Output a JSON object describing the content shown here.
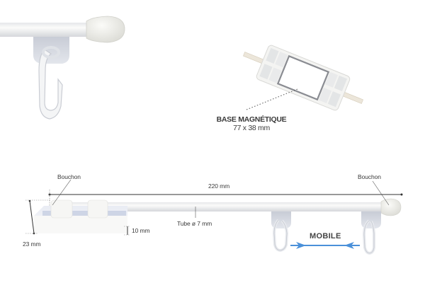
{
  "labels": {
    "base_title": "BASE MAGNÉTIQUE",
    "base_size": "77 x 38 mm",
    "cap_left": "Bouchon",
    "cap_right": "Bouchon",
    "length": "220 mm",
    "tube": "Tube ø 7 mm",
    "base_height_total": "23 mm",
    "base_height_plate": "10 mm",
    "mobile": "MOBILE"
  },
  "colors": {
    "rod": "#f2f2f0",
    "rod_shadow": "#d8dadd",
    "bracket": "#d4d8e0",
    "dimension_line": "#333333",
    "mobile_arrow": "#4a90d9",
    "text": "#3a3a3a"
  }
}
